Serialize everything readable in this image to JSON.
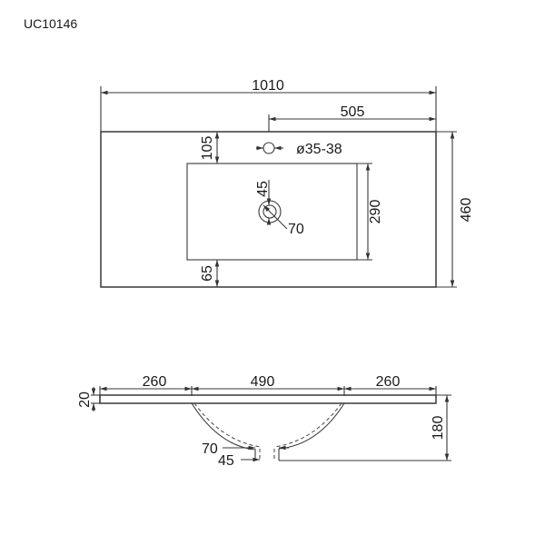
{
  "title": "UC10146",
  "top_view": {
    "overall_width": "1010",
    "tap_offset": "505",
    "overall_depth": "460",
    "tap_hole_to_bowl": "105",
    "tap_hole_diameter": "ø35-38",
    "bowl_depth": "290",
    "bowl_front_margin": "65",
    "drain_inner": "45",
    "drain_outer": "70"
  },
  "side_view": {
    "left_deck": "260",
    "bowl_width": "490",
    "right_deck": "260",
    "slab_thickness": "20",
    "total_height": "180",
    "drain_outer": "70",
    "drain_inner": "45"
  }
}
